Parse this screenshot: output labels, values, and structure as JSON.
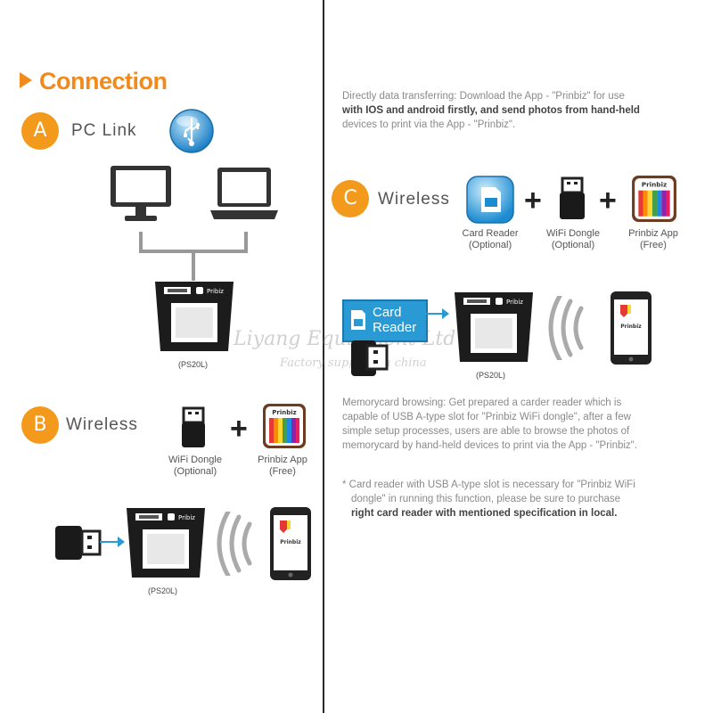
{
  "heading": "Connection",
  "sections": {
    "a": {
      "letter": "A",
      "label": "PC Link",
      "model": "(PS20L)"
    },
    "b": {
      "letter": "B",
      "label": "Wireless",
      "wifi_caption": [
        "WiFi Dongle",
        "(Optional)"
      ],
      "app_caption": [
        "Prinbiz App",
        "(Free)"
      ],
      "model": "(PS20L)"
    },
    "c": {
      "letter": "C",
      "label": "Wireless",
      "reader_caption": [
        "Card Reader",
        "(Optional)"
      ],
      "wifi_caption": [
        "WiFi Dongle",
        "(Optional)"
      ],
      "app_caption": [
        "Prinbiz App",
        "(Free)"
      ],
      "card_reader_box": [
        "Card",
        "Reader"
      ],
      "model": "(PS20L)"
    }
  },
  "plus": "+",
  "app_brand": "Prinbiz",
  "printer_brand": "Prinbiz",
  "intro": {
    "line1": "Directly data transferring: Download the App - \"Prinbiz\" for use",
    "line2_bold": "with IOS and android firstly, and send photos from hand-held",
    "line3": "devices to print via the App - \"Prinbiz\"."
  },
  "memory_para": [
    "Memorycard browsing: Get prepared a carder reader which is",
    "capable of USB A-type slot for \"Prinbiz WiFi dongle\", after a few",
    "simple setup processes, users are able to browse the photos of",
    "memorycard by hand-held devices to print via the App - \"Prinbiz\"."
  ],
  "note": {
    "line1": "* Card reader with USB A-type slot is necessary for \"Prinbiz WiFi",
    "line2": "dongle\" in running this function, please be sure to purchase",
    "line3_bold": "right card reader with mentioned specification in local."
  },
  "watermark": {
    "line1": "Liyang Equipment Ltd",
    "line2": "Factory supplier in china"
  },
  "colors": {
    "accent": "#f28a1b",
    "badge": "#f39a1c",
    "blue": "#2a9ad4",
    "dark": "#222222"
  }
}
